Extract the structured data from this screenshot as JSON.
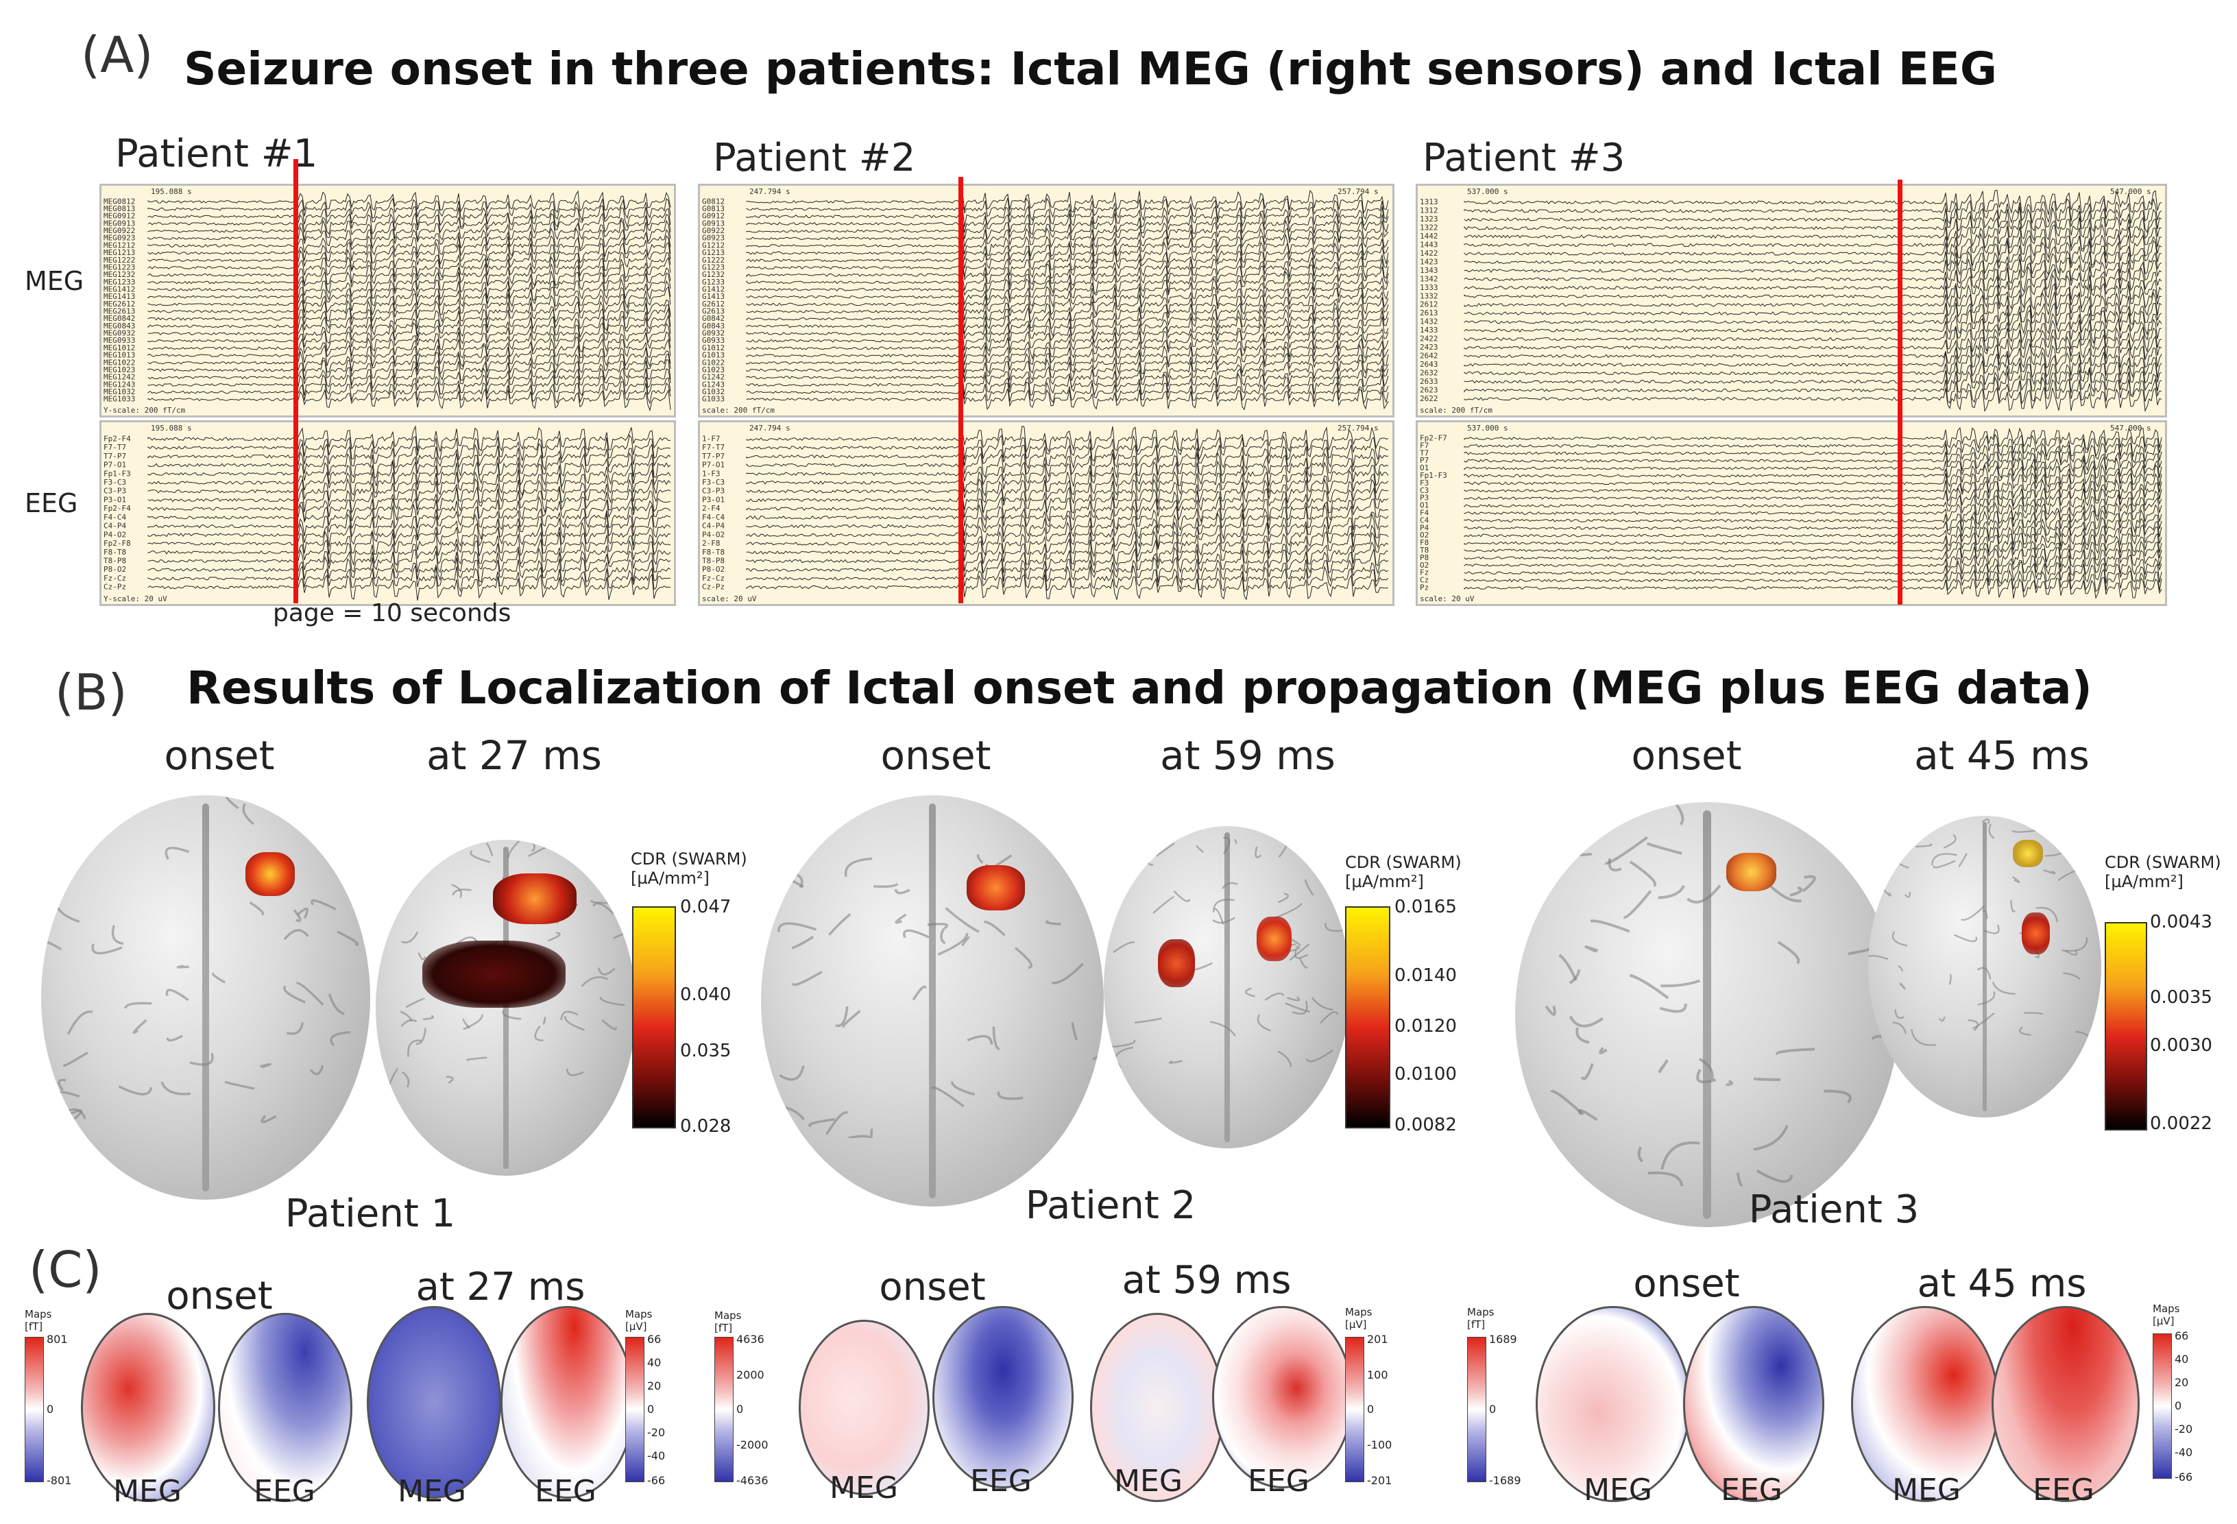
{
  "panelA": {
    "letter": "(A)",
    "title": "Seizure onset in three patients: Ictal MEG (right sensors) and Ictal EEG",
    "meg_label": "MEG",
    "eeg_label": "EEG",
    "page_note": "page = 10 seconds",
    "patients": [
      {
        "label": "Patient #1",
        "meg_time_left": "195.088 s",
        "eeg_time_left": "195.088 s",
        "scale_meg": "Y-scale: 200 fT/cm",
        "scale_eeg": "Y-scale: 20 uV",
        "meg_channels": [
          "MEG0812",
          "MEG0813",
          "MEG0912",
          "MEG0913",
          "MEG0922",
          "MEG0923",
          "MEG1212",
          "MEG1213",
          "MEG1222",
          "MEG1223",
          "MEG1232",
          "MEG1233",
          "MEG1412",
          "MEG1413",
          "MEG2612",
          "MEG2613",
          "MEG0842",
          "MEG0843",
          "MEG0932",
          "MEG0933",
          "MEG1012",
          "MEG1013",
          "MEG1022",
          "MEG1023",
          "MEG1242",
          "MEG1243",
          "MEG1032",
          "MEG1033"
        ],
        "eeg_channels": [
          "Fp2-F4",
          "F7-T7",
          "T7-P7",
          "P7-O1",
          "Fp1-F3",
          "F3-C3",
          "C3-P3",
          "P3-O1",
          "Fp2-F4",
          "F4-C4",
          "C4-P4",
          "P4-O2",
          "Fp2-F8",
          "F8-T8",
          "T8-P8",
          "P8-O2",
          "Fz-Cz",
          "Cz-Pz"
        ]
      },
      {
        "label": "Patient #2",
        "meg_time_left": "247.794 s",
        "meg_time_right": "257.794 s",
        "eeg_time_left": "247.794 s",
        "eeg_time_right": "257.794 s",
        "scale_meg": "scale: 200 fT/cm",
        "scale_eeg": "scale: 20 uV",
        "meg_channels": [
          "G0812",
          "G0813",
          "G0912",
          "G0913",
          "G0922",
          "G0923",
          "G1212",
          "G1213",
          "G1222",
          "G1223",
          "G1232",
          "G1233",
          "G1412",
          "G1413",
          "G2612",
          "G2613",
          "G0842",
          "G0843",
          "G0932",
          "G0933",
          "G1012",
          "G1013",
          "G1022",
          "G1023",
          "G1242",
          "G1243",
          "G1032",
          "G1033"
        ],
        "eeg_channels": [
          "1-F7",
          "F7-T7",
          "T7-P7",
          "P7-O1",
          "1-F3",
          "F3-C3",
          "C3-P3",
          "P3-O1",
          "2-F4",
          "F4-C4",
          "C4-P4",
          "P4-O2",
          "2-F8",
          "F8-T8",
          "T8-P8",
          "P8-O2",
          "Fz-Cz",
          "Cz-Pz"
        ]
      },
      {
        "label": "Patient #3",
        "meg_time_left": "537.000 s",
        "meg_time_right": "547.000 s",
        "eeg_time_left": "537.000 s",
        "eeg_time_right": "547.000 s",
        "scale_meg": "scale: 200 fT/cm",
        "scale_eeg": "scale: 20 uV",
        "meg_channels": [
          "1313",
          "1312",
          "1323",
          "1322",
          "1442",
          "1443",
          "1422",
          "1423",
          "1343",
          "1342",
          "1333",
          "1332",
          "2612",
          "2613",
          "1432",
          "1433",
          "2422",
          "2423",
          "2642",
          "2643",
          "2632",
          "2633",
          "2623",
          "2622"
        ],
        "eeg_channels": [
          "Fp2-F7",
          "F7",
          "T7",
          "P7",
          "O1",
          "Fp1-F3",
          "F3",
          "C3",
          "P3",
          "O1",
          "F4",
          "C4",
          "P4",
          "O2",
          "F8",
          "T8",
          "P8",
          "O2",
          "Fz",
          "Cz",
          "Pz"
        ]
      }
    ]
  },
  "panelB": {
    "letter": "(B)",
    "title": "Results of Localization of Ictal onset and propagation (MEG plus EEG data)",
    "patients": [
      {
        "label": "Patient 1",
        "onset": "onset",
        "later": "at 27 ms",
        "cb_title1": "CDR (SWARM)",
        "cb_title2": "[µA/mm²]",
        "ticks": [
          "0.047",
          "0.040",
          "0.035",
          "0.028"
        ]
      },
      {
        "label": "Patient 2",
        "onset": "onset",
        "later": "at 59 ms",
        "cb_title1": "CDR (SWARM)",
        "cb_title2": "[µA/mm²]",
        "ticks": [
          "0.0165",
          "0.0140",
          "0.0120",
          "0.0100",
          "0.0082"
        ]
      },
      {
        "label": "Patient 3",
        "onset": "onset",
        "later": "at 45 ms",
        "cb_title1": "CDR (SWARM)",
        "cb_title2": "[µA/mm²]",
        "ticks": [
          "0.0043",
          "0.0035",
          "0.0030",
          "0.0022"
        ]
      }
    ]
  },
  "panelC": {
    "letter": "(C)",
    "patients": [
      {
        "onset": "onset",
        "later": "at 27 ms",
        "meg": "MEG",
        "eeg": "EEG",
        "meg_cb": {
          "title1": "Maps",
          "title2": "[fT]",
          "ticks": [
            "801",
            "0",
            "-801"
          ]
        },
        "eeg_cb": {
          "title1": "Maps",
          "title2": "[µV]",
          "ticks": [
            "66",
            "40",
            "20",
            "0",
            "-20",
            "-40",
            "-66"
          ]
        }
      },
      {
        "onset": "onset",
        "later": "at 59 ms",
        "meg": "MEG",
        "eeg": "EEG",
        "meg_cb": {
          "title1": "Maps",
          "title2": "[fT]",
          "ticks": [
            "4636",
            "2000",
            "0",
            "-2000",
            "-4636"
          ]
        },
        "eeg_cb": {
          "title1": "Maps",
          "title2": "[µV]",
          "ticks": [
            "201",
            "100",
            "0",
            "-100",
            "-201"
          ]
        }
      },
      {
        "onset": "onset",
        "later": "at 45 ms",
        "meg": "MEG",
        "eeg": "EEG",
        "meg_cb": {
          "title1": "Maps",
          "title2": "[fT]",
          "ticks": [
            "1689",
            "0",
            "-1689"
          ]
        },
        "eeg_cb": {
          "title1": "Maps",
          "title2": "[µV]",
          "ticks": [
            "66",
            "40",
            "20",
            "0",
            "-20",
            "-40",
            "-66"
          ]
        }
      }
    ]
  },
  "colors": {
    "onset_line": "#e11111",
    "trace_bg": "#fdf6dc",
    "trace": "#222222"
  }
}
